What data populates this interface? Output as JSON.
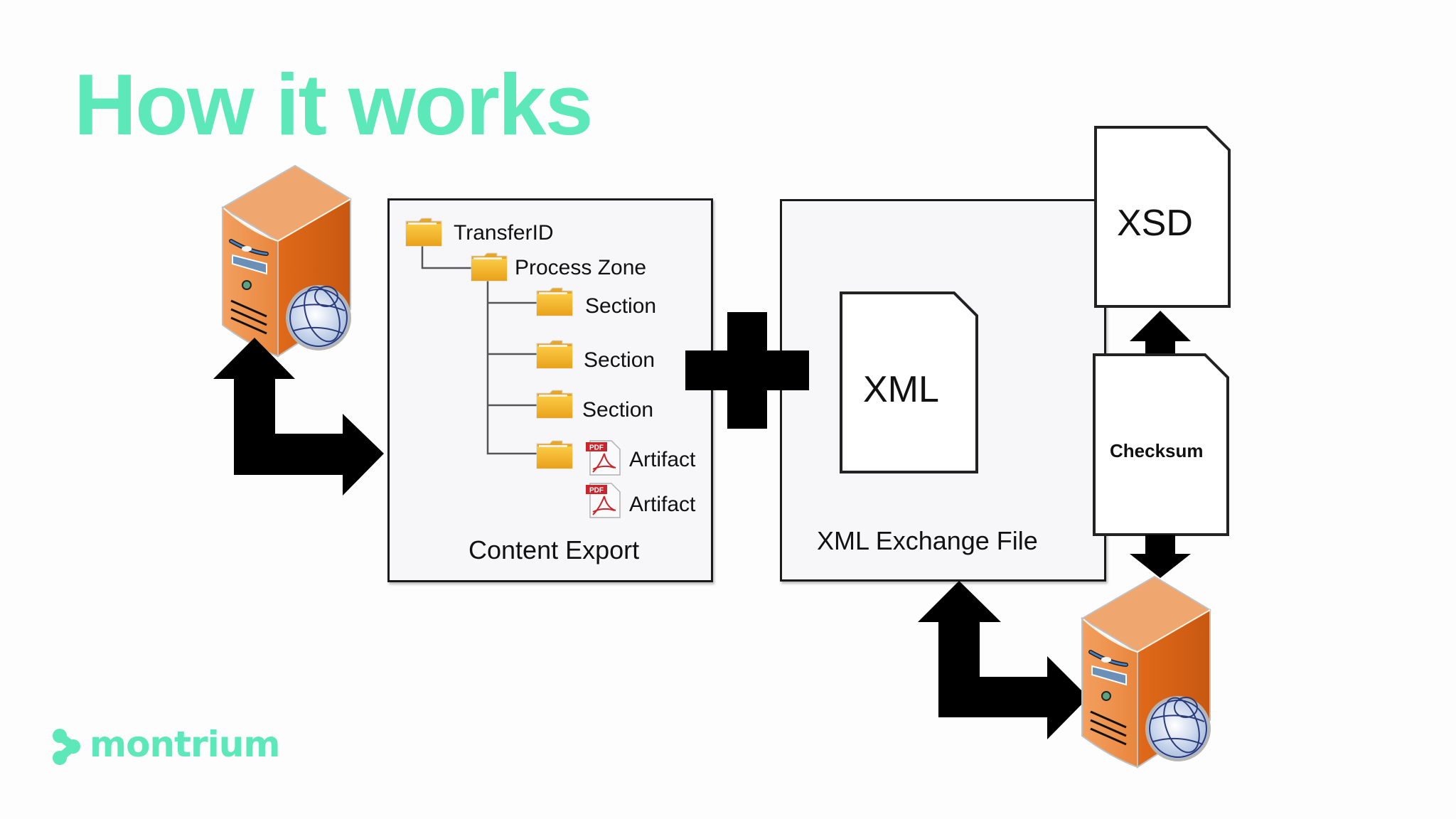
{
  "slide": {
    "title": "How it works",
    "brand": {
      "name": "montrium",
      "color": "#5ce8b8"
    }
  },
  "content_export": {
    "caption": "Content Export",
    "tree": [
      {
        "label": "TransferID",
        "icon": "folder-icon",
        "level": 0
      },
      {
        "label": "Process Zone",
        "icon": "folder-icon",
        "level": 1
      },
      {
        "label": "Section",
        "icon": "folder-icon",
        "level": 2
      },
      {
        "label": "Section",
        "icon": "folder-icon",
        "level": 2
      },
      {
        "label": "Section",
        "icon": "folder-icon",
        "level": 2
      },
      {
        "label": "Artifact",
        "icon": "pdf-icon",
        "level": 2,
        "parent_icon": "folder-icon"
      },
      {
        "label": "Artifact",
        "icon": "pdf-icon",
        "level": 3
      }
    ]
  },
  "operator": {
    "symbol": "plus-icon"
  },
  "xml_exchange": {
    "caption": "XML Exchange File",
    "document_label": "XML"
  },
  "xsd_document": {
    "label": "XSD"
  },
  "checksum_document": {
    "label": "Checksum"
  },
  "servers": [
    {
      "name": "source-server",
      "icon": "web-server-icon"
    },
    {
      "name": "destination-server",
      "icon": "web-server-icon"
    }
  ],
  "colors": {
    "server_orange": "#e8782e",
    "folder_yellow": "#f2b533",
    "pdf_red": "#c8252c",
    "arrow": "#000000"
  }
}
